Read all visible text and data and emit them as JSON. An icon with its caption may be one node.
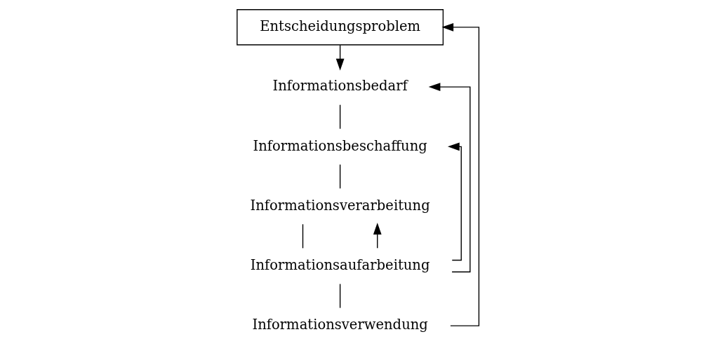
{
  "diagram": {
    "nodes": [
      {
        "text": [
          "Entscheidungsproblem"
        ]
      },
      {
        "text": [
          "Informationsbedarf"
        ]
      },
      {
        "text": [
          "Informationsbeschaffung"
        ]
      },
      {
        "text": [
          "Informationsverarbeitung"
        ]
      },
      {
        "text": [
          "Informationsaufarbeitung"
        ]
      },
      {
        "text": [
          "Informationsverwendung"
        ]
      }
    ],
    "edges": [
      {
        "from": 0,
        "to": 1,
        "arrow": "to"
      },
      {
        "from": 1,
        "to": 2,
        "arrow": "none"
      },
      {
        "from": 2,
        "to": 3,
        "arrow": "none"
      },
      {
        "from": 3,
        "to": 4,
        "arrow": "none"
      },
      {
        "from": 4,
        "to": 5,
        "arrow": "none"
      },
      {
        "from": 4,
        "to": 1,
        "arrow": "to"
      },
      {
        "from": 4,
        "to": 2,
        "arrow": "to"
      },
      {
        "from": 4,
        "to": 3,
        "arrow": "to"
      },
      {
        "from": 5,
        "to": 0,
        "arrow": "to"
      }
    ]
  }
}
